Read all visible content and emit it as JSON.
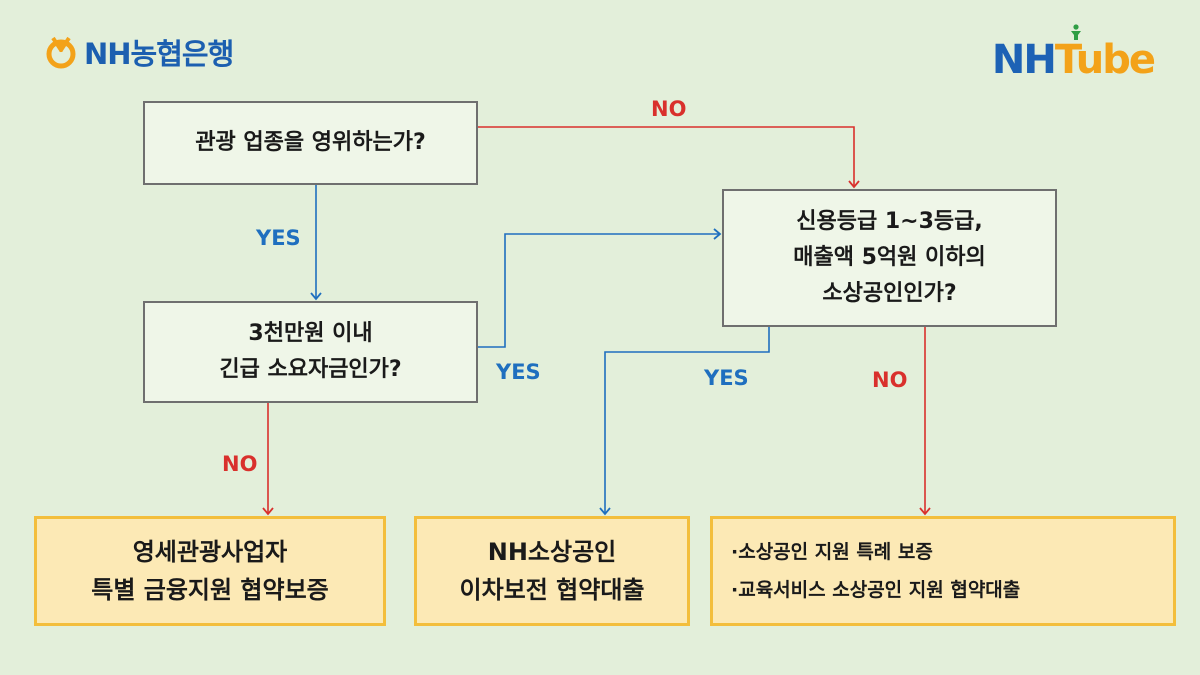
{
  "header": {
    "bank_logo_text": "NH농협은행",
    "channel_logo_nh": "NH",
    "channel_logo_tube": "Tube"
  },
  "questions": {
    "q1": [
      "관광 업종을 영위하는가?"
    ],
    "q2": [
      "3천만원 이내",
      "긴급 소요자금인가?"
    ],
    "q3": [
      "신용등급 1~3등급,",
      "매출액 5억원 이하의",
      "소상공인인가?"
    ]
  },
  "results": {
    "r1": [
      "영세관광사업자",
      "특별 금융지원 협약보증"
    ],
    "r2": [
      "NH소상공인",
      "이차보전 협약대출"
    ],
    "r3": [
      "·소상공인 지원 특례 보증",
      "·교육서비스 소상공인 지원 협약대출"
    ]
  },
  "edge_labels": {
    "q1_no": "NO",
    "q1_yes": "YES",
    "q2_yes": "YES",
    "q2_no": "NO",
    "q3_yes": "YES",
    "q3_no": "NO"
  },
  "colors": {
    "background": "#e3efda",
    "yes": "#1f6fbf",
    "no": "#d9302c",
    "result_fill": "#fce9b5",
    "result_border": "#f3be3c",
    "brand_blue": "#1c5fb0",
    "brand_orange": "#f3a219"
  },
  "icons": {
    "bank_logo": "nh-bank-logo-icon",
    "tube_figure": "person-figure-icon"
  }
}
